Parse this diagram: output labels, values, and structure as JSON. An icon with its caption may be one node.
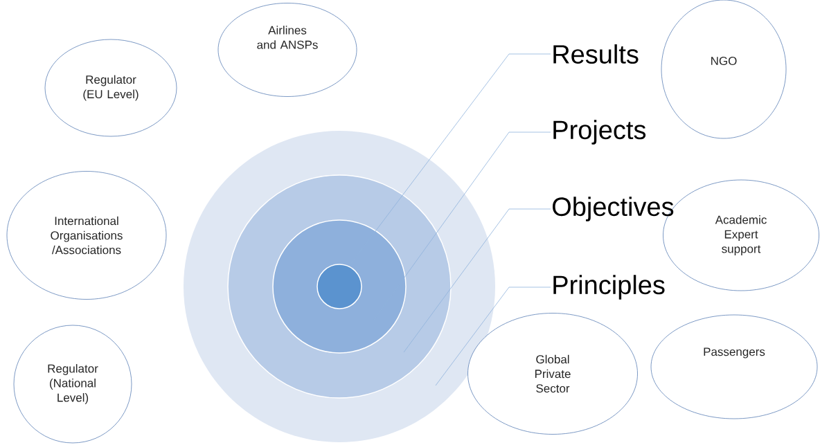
{
  "diagram": {
    "nodes": [
      {
        "text": [
          "Regulator (EU Level)"
        ]
      },
      {
        "text": [
          "Airlines and ANSPs"
        ]
      },
      {
        "text": [
          "NGO"
        ]
      },
      {
        "text": [
          "International Organisations /Associations"
        ]
      },
      {
        "text": [
          "Academic Expert support"
        ]
      },
      {
        "text": [
          "Regulator (National Level)"
        ]
      },
      {
        "text": [
          "Global Private Sector"
        ]
      },
      {
        "text": [
          "Passengers"
        ]
      },
      {
        "text": [],
        "shape": "circle"
      },
      {
        "text": [],
        "shape": "circle",
        "in": 8
      },
      {
        "text": [],
        "shape": "circle",
        "in": 9
      },
      {
        "text": [],
        "shape": "circle",
        "in": 10
      },
      {
        "text": [
          "Results"
        ]
      },
      {
        "text": [
          "Projects"
        ]
      },
      {
        "text": [
          "Objectives"
        ]
      },
      {
        "text": [
          "Principles"
        ]
      }
    ],
    "edges": [
      {
        "from": 12,
        "to": 11,
        "arrow": "none"
      },
      {
        "from": 13,
        "to": 10,
        "arrow": "none"
      },
      {
        "from": 14,
        "to": 9,
        "arrow": "none"
      },
      {
        "from": 15,
        "to": 8,
        "arrow": "none"
      }
    ]
  }
}
